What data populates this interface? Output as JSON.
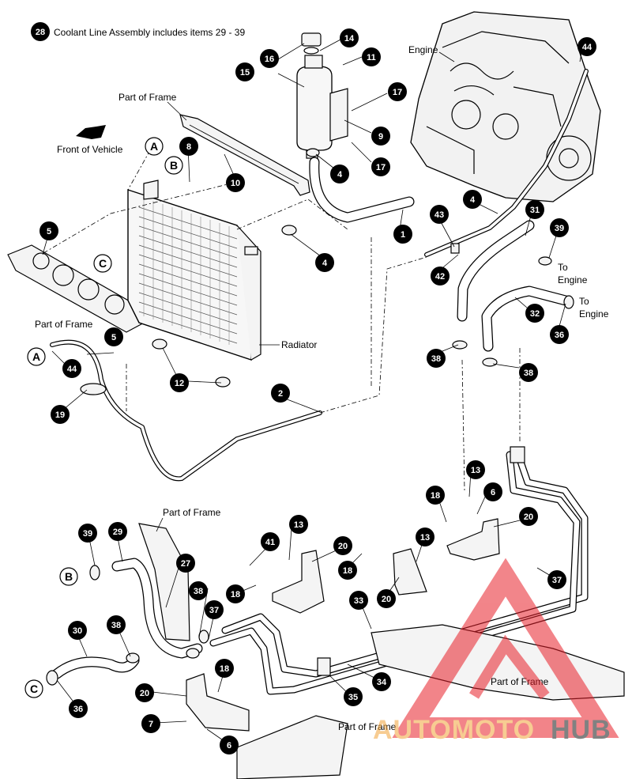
{
  "header": {
    "assembly_number": "28",
    "assembly_text": "Coolant Line Assembly includes items 29 - 39"
  },
  "labels": {
    "front_of_vehicle": "Front of Vehicle",
    "part_of_frame": "Part of Frame",
    "engine": "Engine",
    "radiator": "Radiator",
    "to_engine": "To",
    "to_engine_2": "Engine"
  },
  "letters": {
    "a": "A",
    "b": "B",
    "c": "C"
  },
  "callouts": {
    "c1": "1",
    "c2": "2",
    "c4": "4",
    "c5": "5",
    "c6": "6",
    "c7": "7",
    "c8": "8",
    "c9": "9",
    "c10": "10",
    "c11": "11",
    "c12": "12",
    "c13": "13",
    "c14": "14",
    "c15": "15",
    "c16": "16",
    "c17": "17",
    "c18": "18",
    "c19": "19",
    "c20": "20",
    "c27": "27",
    "c29": "29",
    "c30": "30",
    "c31": "31",
    "c32": "32",
    "c33": "33",
    "c34": "34",
    "c35": "35",
    "c36": "36",
    "c37": "37",
    "c38": "38",
    "c39": "39",
    "c41": "41",
    "c42": "42",
    "c43": "43",
    "c44": "44"
  },
  "watermark": {
    "text_a": "AUTOMOTO",
    "text_b": "HUB",
    "color_red": "#e8202a",
    "color_orange": "#f2a33a",
    "color_dark": "#1b1b1b"
  }
}
